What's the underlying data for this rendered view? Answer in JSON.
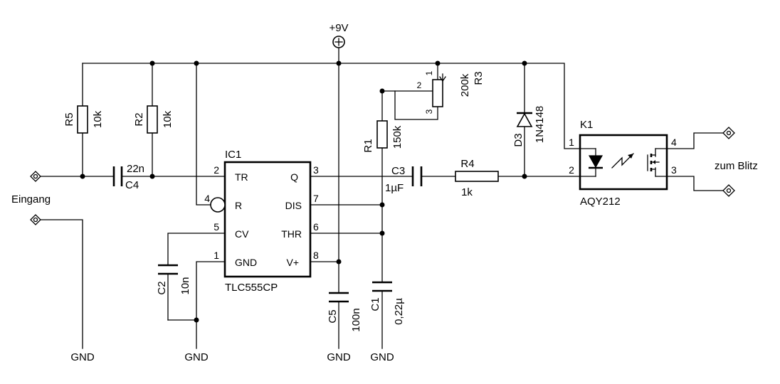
{
  "supply": {
    "label": "+9V"
  },
  "ic1": {
    "ref": "IC1",
    "part": "TLC555CP",
    "pins": [
      {
        "num": "2",
        "name": "TR"
      },
      {
        "num": "4",
        "name": "R"
      },
      {
        "num": "5",
        "name": "CV"
      },
      {
        "num": "1",
        "name": "GND"
      },
      {
        "num": "3",
        "name": "Q"
      },
      {
        "num": "7",
        "name": "DIS"
      },
      {
        "num": "6",
        "name": "THR"
      },
      {
        "num": "8",
        "name": "V+"
      }
    ]
  },
  "k1": {
    "ref": "K1",
    "part": "AQY212",
    "pins": [
      "1",
      "2",
      "4",
      "3"
    ]
  },
  "components": {
    "r5": {
      "ref": "R5",
      "value": "10k"
    },
    "r2": {
      "ref": "R2",
      "value": "10k"
    },
    "r1": {
      "ref": "R1",
      "value": "150k"
    },
    "r3": {
      "ref": "R3",
      "value": "200k",
      "pins": [
        "1",
        "2",
        "3"
      ]
    },
    "r4": {
      "ref": "R4",
      "value": "1k"
    },
    "c4": {
      "ref": "C4",
      "value": "22n"
    },
    "c3": {
      "ref": "C3",
      "value": "1µF"
    },
    "c2": {
      "ref": "C2",
      "value": "10n"
    },
    "c5": {
      "ref": "C5",
      "value": "100n"
    },
    "c1": {
      "ref": "C1",
      "value": "0,22µ"
    },
    "d3": {
      "ref": "D3",
      "value": "1N4148"
    }
  },
  "labels": {
    "input": "Eingang",
    "output": "zum Blitz",
    "ground": "GND"
  }
}
